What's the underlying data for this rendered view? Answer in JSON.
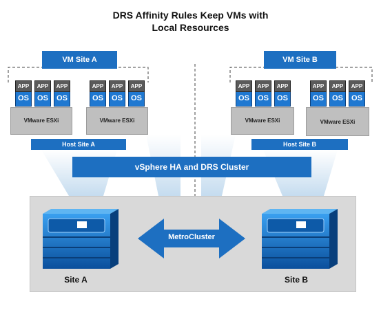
{
  "title_line1": "DRS Affinity Rules Keep VMs with",
  "title_line2": "Local Resources",
  "vm_site_a": "VM Site A",
  "vm_site_b": "VM Site B",
  "host_site_a": "Host Site A",
  "host_site_b": "Host Site B",
  "vm_app_label": "APP",
  "vm_os_label": "OS",
  "esxi_label": "VMware ESXi",
  "cluster_label": "vSphere HA and DRS Cluster",
  "metrocluster_label": "MetroCluster",
  "site_a": "Site A",
  "site_b": "Site B",
  "colors": {
    "blue": "#1d6fc1",
    "gray_panel": "#d9d9d9",
    "light_beam": "#c8dff0"
  }
}
